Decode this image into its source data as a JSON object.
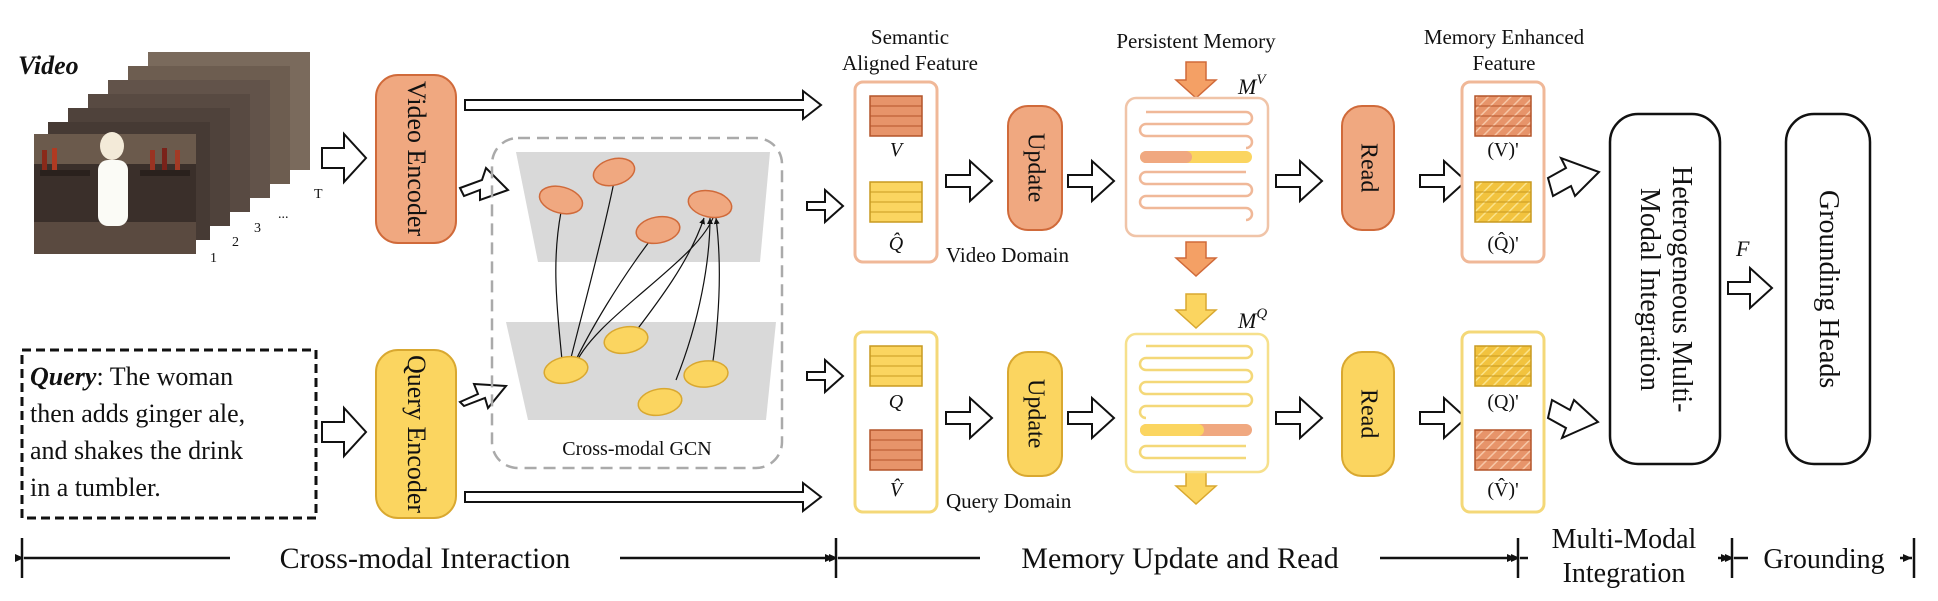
{
  "video": {
    "label": "Video",
    "frame_labels": [
      "1",
      "2",
      "3",
      "...",
      "T"
    ]
  },
  "query": {
    "prefix": "Query",
    "text_lines": [
      ": The woman",
      "then adds ginger ale,",
      "and shakes the drink",
      "in a tumbler."
    ]
  },
  "encoders": {
    "video": "Video Encoder",
    "query": "Query Encoder"
  },
  "gcn": {
    "label": "Cross-modal GCN"
  },
  "feature": {
    "title_line1": "Semantic",
    "title_line2": "Aligned Feature",
    "v": "V",
    "q_hat": "Q̂",
    "q": "Q",
    "v_hat": "V̂"
  },
  "domains": {
    "video": "Video Domain",
    "query": "Query Domain"
  },
  "update_label": "Update",
  "read_label": "Read",
  "memory": {
    "title": "Persistent Memory",
    "mv_base": "M",
    "mv_sup": "V",
    "mq_base": "M",
    "mq_sup": "Q"
  },
  "enhanced": {
    "title_line1": "Memory Enhanced",
    "title_line2": "Feature",
    "v_prime": "(V)'",
    "q_hat_prime": "(Q̂)'",
    "q_prime": "(Q)'",
    "v_hat_prime": "(V̂)'"
  },
  "integration": {
    "label": "Heterogeneous Multi-Modal Integration"
  },
  "f_label": "F",
  "grounding": {
    "label": "Grounding Heads"
  },
  "stages": {
    "s1": "Cross-modal Interaction",
    "s2": "Memory Update and Read",
    "s3_line1": "Multi-Modal",
    "s3_line2": "Integration",
    "s4": "Grounding"
  },
  "colors": {
    "orange": "#F0A880",
    "orange_dark": "#D06A3A",
    "yellow": "#FBD560",
    "yellow_dark": "#D9A830",
    "frame_bg": "#FFFFFF"
  }
}
